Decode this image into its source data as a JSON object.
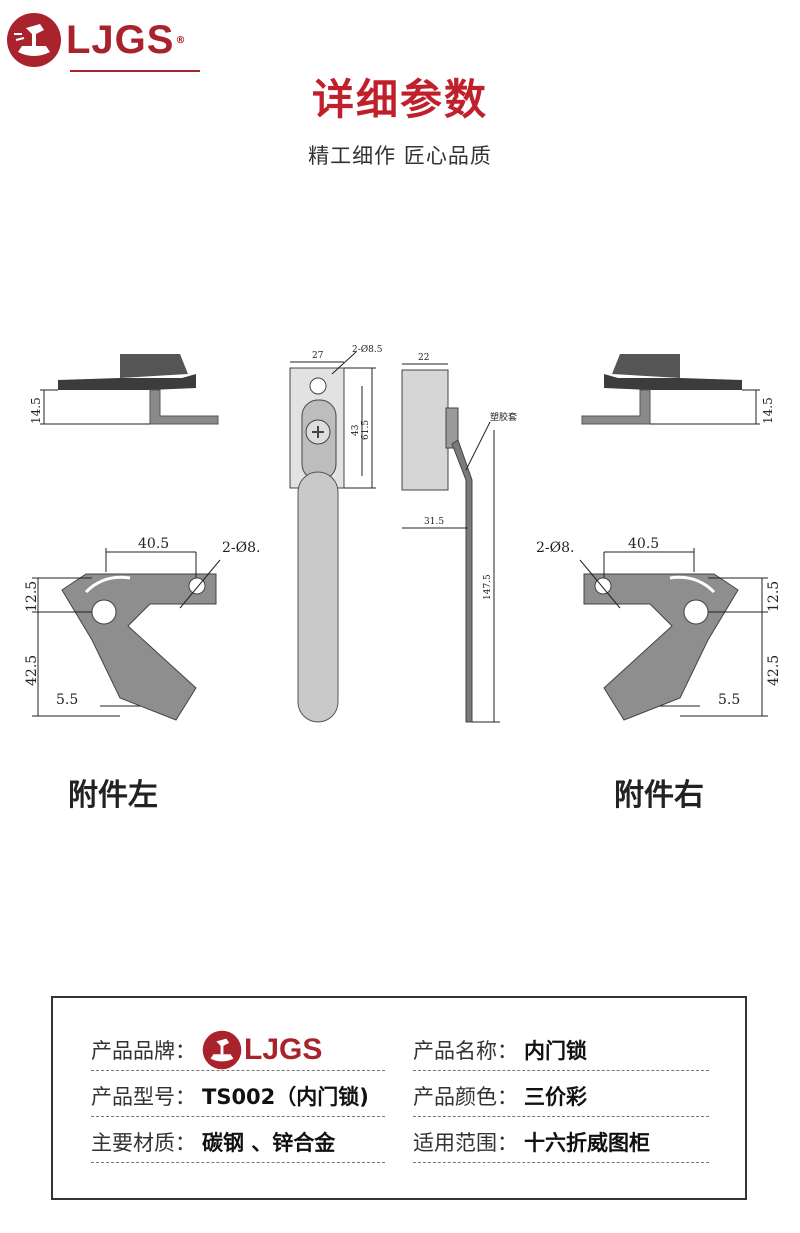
{
  "colors": {
    "brand": "#a8232c",
    "title": "#c1202a",
    "metal": "#6e6e6e",
    "dark": "#3c3c3c"
  },
  "header": {
    "logo_text": "LJGS",
    "logo_reg": "®",
    "title": "详细参数",
    "subtitle": "精工细作 匠心品质"
  },
  "drawing": {
    "dims": {
      "top_left_h": "14.5",
      "top_right_h": "14.5",
      "w27": "27",
      "hole85": "2-Ø8.5",
      "h43": "43",
      "h615": "61.5",
      "w22": "22",
      "plastic": "塑胶套",
      "w315": "31.5",
      "h1475": "147.5",
      "left_w": "40.5",
      "left_hole": "2-Ø8.",
      "left_h1": "12.5",
      "left_h2": "42.5",
      "left_w2": "5.5",
      "right_w": "40.5",
      "right_hole": "2-Ø8.",
      "right_h1": "12.5",
      "right_h2": "42.5",
      "right_w2": "5.5"
    },
    "caption_left": "附件左",
    "caption_right": "附件右"
  },
  "specs": {
    "brand_label": "产品品牌",
    "brand_logo": "LJGS",
    "name_label": "产品名称",
    "name_value": "内门锁",
    "model_label": "产品型号",
    "model_value": "TS002（内门锁)",
    "color_label": "产品颜色",
    "color_value": "三价彩",
    "material_label": "主要材质",
    "material_value": "碳钢 、锌合金",
    "usage_label": "适用范围",
    "usage_value": "十六折威图柜",
    "colon": "："
  }
}
